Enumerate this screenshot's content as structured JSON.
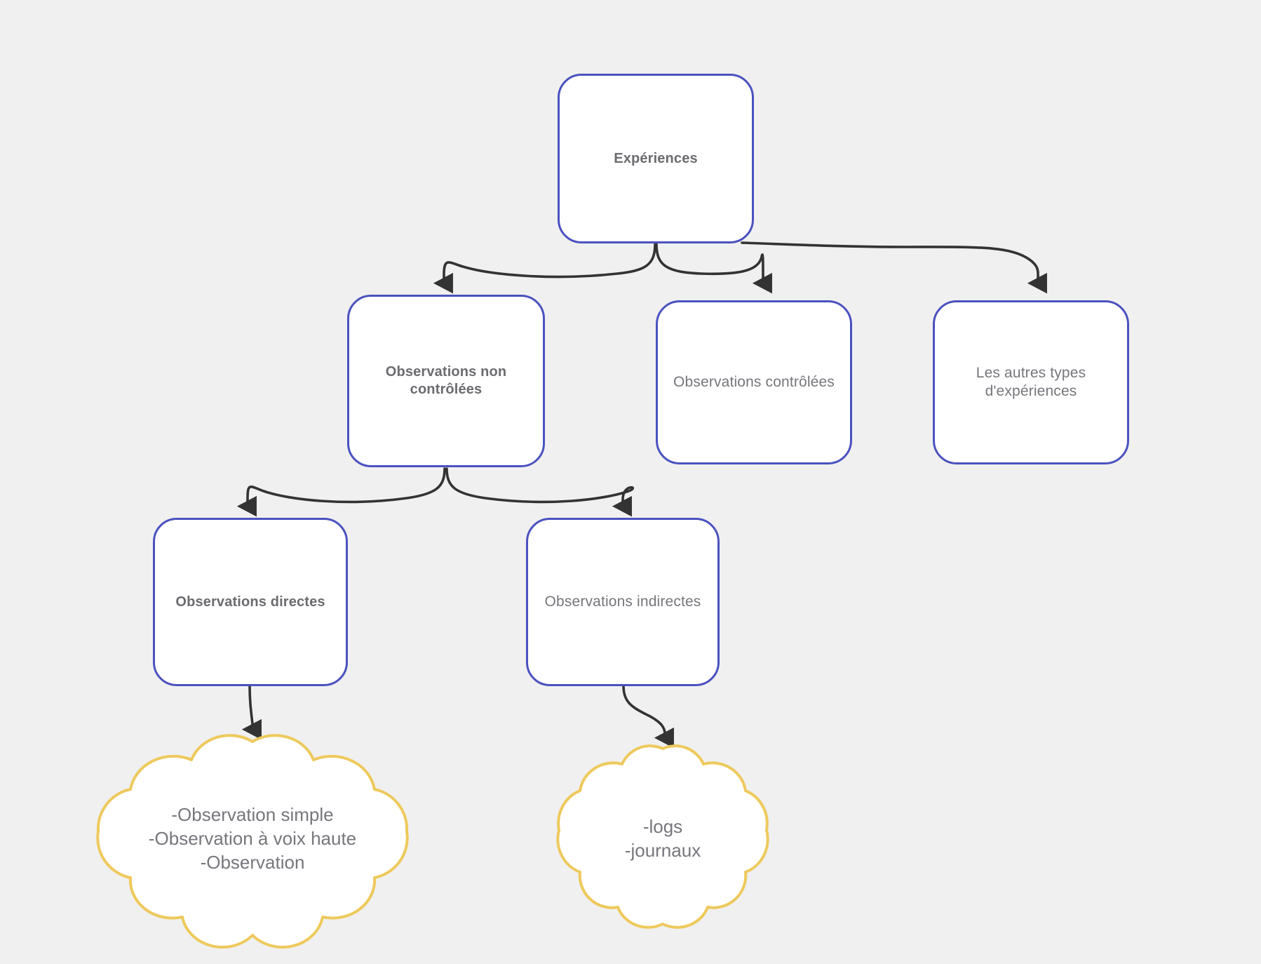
{
  "diagram": {
    "type": "flowchart-tree",
    "background_color": "#f0f0f0",
    "box_border_color": "#4a52bf",
    "cloud_border_color": "#eec95c",
    "text_color": "#6d6d72",
    "connector_color": "#333333",
    "title": "Expériences"
  },
  "nodes": {
    "root": {
      "label": "Expériences",
      "shape": "rounded-rect",
      "emphasis": "bold",
      "level": 0
    },
    "level2": [
      {
        "id": "observations-non-controlees",
        "label": "Observations non contrôlées",
        "shape": "rounded-rect",
        "emphasis": "bold",
        "level": 1
      },
      {
        "id": "observations-controlees",
        "label": "Observations contrôlées",
        "shape": "rounded-rect",
        "emphasis": "normal",
        "level": 1
      },
      {
        "id": "autres-types-experiences",
        "label": "Les autres types d'expériences",
        "shape": "rounded-rect",
        "emphasis": "normal",
        "level": 1
      }
    ],
    "level3": [
      {
        "id": "observations-directes",
        "label": "Observations directes",
        "shape": "rounded-rect",
        "emphasis": "bold",
        "level": 2
      },
      {
        "id": "observations-indirectes",
        "label": "Observations indirectes",
        "shape": "rounded-rect",
        "emphasis": "normal",
        "level": 2
      }
    ],
    "clouds": [
      {
        "id": "cloud-observations-directes",
        "shape": "cloud",
        "lines": [
          "-Observation simple",
          "-Observation à voix haute",
          "-Observation"
        ],
        "text": "-Observation simple\n-Observation à voix haute\n-Observation"
      },
      {
        "id": "cloud-observations-indirectes",
        "shape": "cloud",
        "lines": [
          "-logs",
          "-journaux"
        ],
        "text": "-logs\n-journaux"
      }
    ]
  },
  "edges": [
    {
      "from": "Expériences",
      "to": "Observations non contrôlées",
      "style": "curved-arrow"
    },
    {
      "from": "Expériences",
      "to": "Observations contrôlées",
      "style": "curved-arrow"
    },
    {
      "from": "Expériences",
      "to": "Les autres types d'expériences",
      "style": "curved-arrow"
    },
    {
      "from": "Observations non contrôlées",
      "to": "Observations directes",
      "style": "curved-arrow"
    },
    {
      "from": "Observations non contrôlées",
      "to": "Observations indirectes",
      "style": "curved-arrow"
    },
    {
      "from": "Observations directes",
      "to": "-Observation simple / -Observation à voix haute / -Observation",
      "style": "straight-arrow"
    },
    {
      "from": "Observations indirectes",
      "to": "-logs / -journaux",
      "style": "curved-arrow"
    }
  ]
}
